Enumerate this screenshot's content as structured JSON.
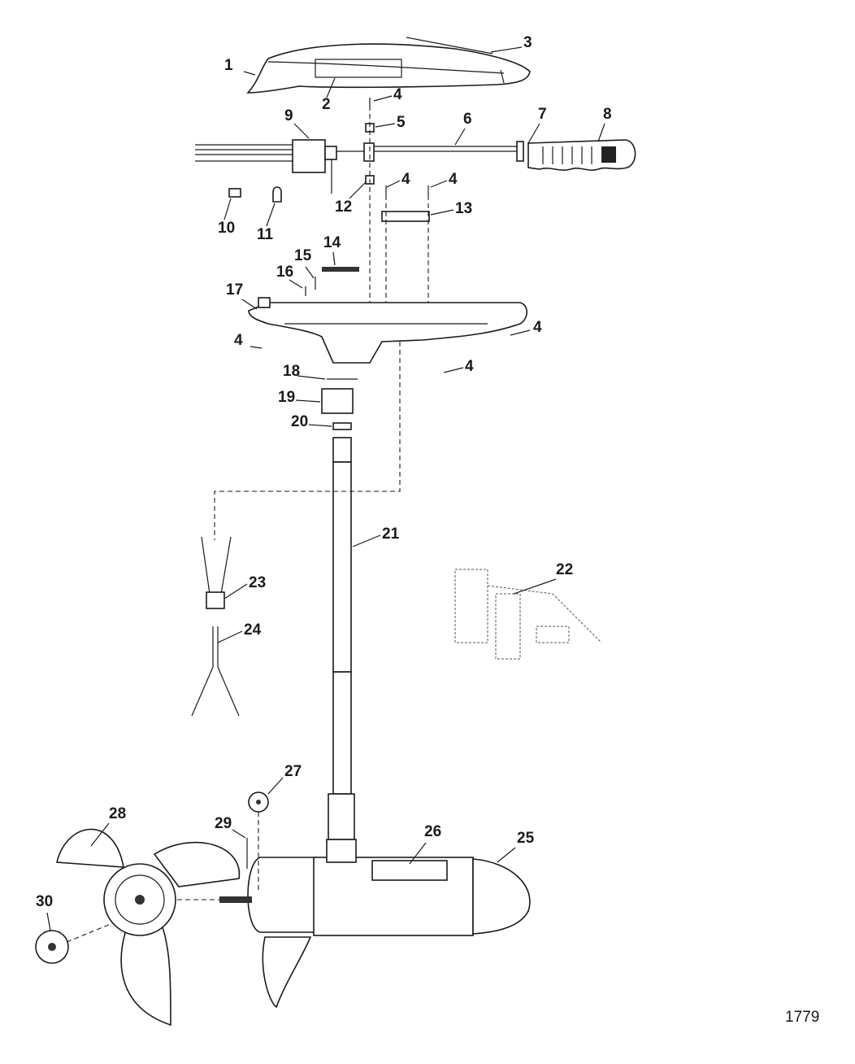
{
  "diagram": {
    "figure_number": "1779",
    "callouts": [
      {
        "label": "1"
      },
      {
        "label": "2"
      },
      {
        "label": "3"
      },
      {
        "label": "4"
      },
      {
        "label": "5"
      },
      {
        "label": "6"
      },
      {
        "label": "7"
      },
      {
        "label": "8"
      },
      {
        "label": "9"
      },
      {
        "label": "10"
      },
      {
        "label": "11"
      },
      {
        "label": "12"
      },
      {
        "label": "4"
      },
      {
        "label": "4"
      },
      {
        "label": "13"
      },
      {
        "label": "14"
      },
      {
        "label": "15"
      },
      {
        "label": "16"
      },
      {
        "label": "17"
      },
      {
        "label": "4"
      },
      {
        "label": "4"
      },
      {
        "label": "4"
      },
      {
        "label": "18"
      },
      {
        "label": "19"
      },
      {
        "label": "20"
      },
      {
        "label": "21"
      },
      {
        "label": "22"
      },
      {
        "label": "23"
      },
      {
        "label": "24"
      },
      {
        "label": "27"
      },
      {
        "label": "28"
      },
      {
        "label": "29"
      },
      {
        "label": "26"
      },
      {
        "label": "25"
      },
      {
        "label": "30"
      }
    ]
  }
}
